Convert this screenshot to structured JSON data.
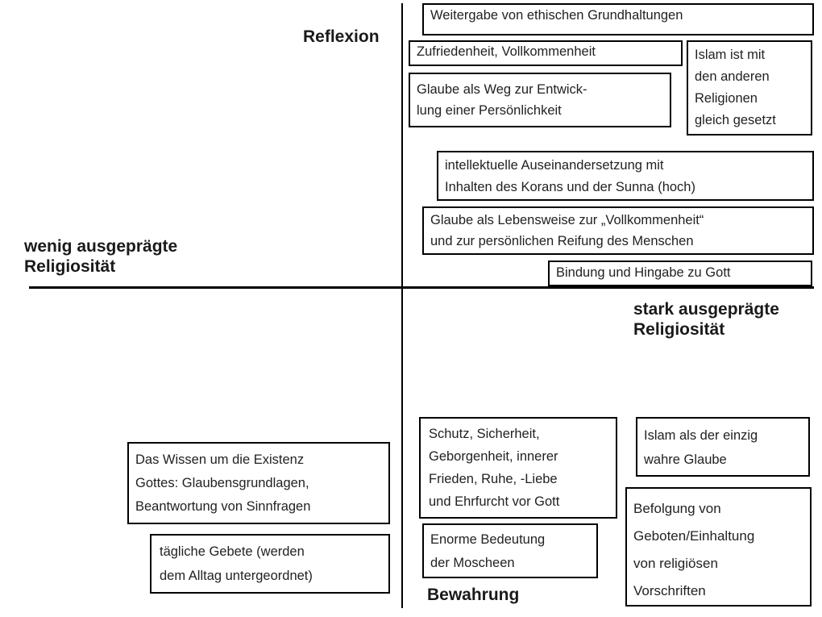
{
  "axes": {
    "top_label": "Reflexion",
    "bottom_label": "Bewahrung",
    "left_label": [
      "wenig ausgeprägte",
      "Religiosität"
    ],
    "right_label": [
      "stark ausgeprägte",
      "Religiosität"
    ]
  },
  "boxes": {
    "ethische_grundhaltungen": [
      "Weitergabe von ethischen Grundhaltungen"
    ],
    "zufriedenheit": [
      "Zufriedenheit, Vollkommenheit"
    ],
    "islam_gleich": [
      "Islam  ist mit",
      "den anderen",
      "Religionen",
      "gleich gesetzt"
    ],
    "glaube_weg": [
      "Glaube als Weg zur Entwick-",
      "lung einer Persönlichkeit"
    ],
    "intellektuelle": [
      "intellektuelle  Auseinandersetzung mit",
      "Inhalten des Korans und der Sunna (hoch)"
    ],
    "lebensweise": [
      "Glaube als Lebensweise zur „Vollkommenheit“",
      "und zur persönlichen Reifung des Menschen"
    ],
    "bindung": [
      "Bindung und Hingabe zu Gott"
    ],
    "schutz": [
      "Schutz, Sicherheit,",
      "Geborgenheit, innerer",
      "Frieden, Ruhe, -Liebe",
      "und Ehrfurcht vor Gott"
    ],
    "islam_wahr": [
      "Islam  als der einzig",
      "wahre Glaube"
    ],
    "wissen": [
      "Das Wissen um die Existenz",
      "Gottes:  Glaubensgrundlagen,",
      "Beantwortung von Sinnfragen"
    ],
    "befolgung": [
      "Befolgung von",
      "Geboten/Einhaltung",
      "von religiösen",
      "Vorschriften"
    ],
    "moscheen": [
      "Enorme Bedeutung",
      "der Moscheen"
    ],
    "gebete": [
      "tägliche Gebete (werden",
      "dem Alltag untergeordnet)"
    ]
  }
}
